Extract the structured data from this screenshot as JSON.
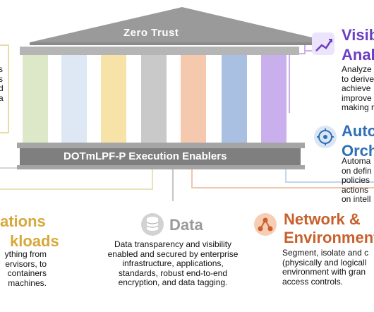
{
  "temple": {
    "roof_title": "Zero Trust",
    "base_title": "DOTmLPF-P Execution Enablers",
    "columns": [
      "#dce8c8",
      "#dde8f4",
      "#f7e3a8",
      "#c9c9c9",
      "#f4c9ad",
      "#aac0e2",
      "#c9b0ec"
    ]
  },
  "colors": {
    "roof": "#9a9a9a",
    "base": "#7f7f7f",
    "purple": "#6b3fc4",
    "blue": "#2f6fb5",
    "orange": "#c8602c",
    "gray": "#9a9a9a",
    "gold": "#d7a83a"
  },
  "visibility": {
    "heading": [
      "Visib",
      "Anal"
    ],
    "lines": [
      "Analyze",
      "to derive",
      "achieve",
      "improve",
      "making r"
    ],
    "icon": "chart-icon"
  },
  "automation": {
    "heading": [
      "Auto",
      "Orch"
    ],
    "lines": [
      "Automa",
      "on defin",
      "policies",
      "actions",
      "on intell"
    ],
    "icon": "brain-gear-icon"
  },
  "network": {
    "heading": [
      "Network &",
      "Environment"
    ],
    "lines": [
      "Segment, isolate and c",
      "(physically and logicall",
      "environment with gran",
      "access controls."
    ],
    "icon": "network-icon"
  },
  "data_pillar": {
    "heading": "Data",
    "lines": [
      "Data transparency and visibility",
      "enabled and secured by enterprise",
      "infrastructure, applications,",
      "standards, robust end-to-end",
      "encryption, and data tagging."
    ],
    "icon": "database-icon"
  },
  "applications": {
    "heading": [
      "ations",
      "kloads"
    ],
    "lines": [
      "ything from",
      "ervisors, to",
      "containers",
      "machines."
    ]
  },
  "left_fragment": {
    "lines": [
      "s",
      "s",
      "d",
      "a"
    ]
  }
}
